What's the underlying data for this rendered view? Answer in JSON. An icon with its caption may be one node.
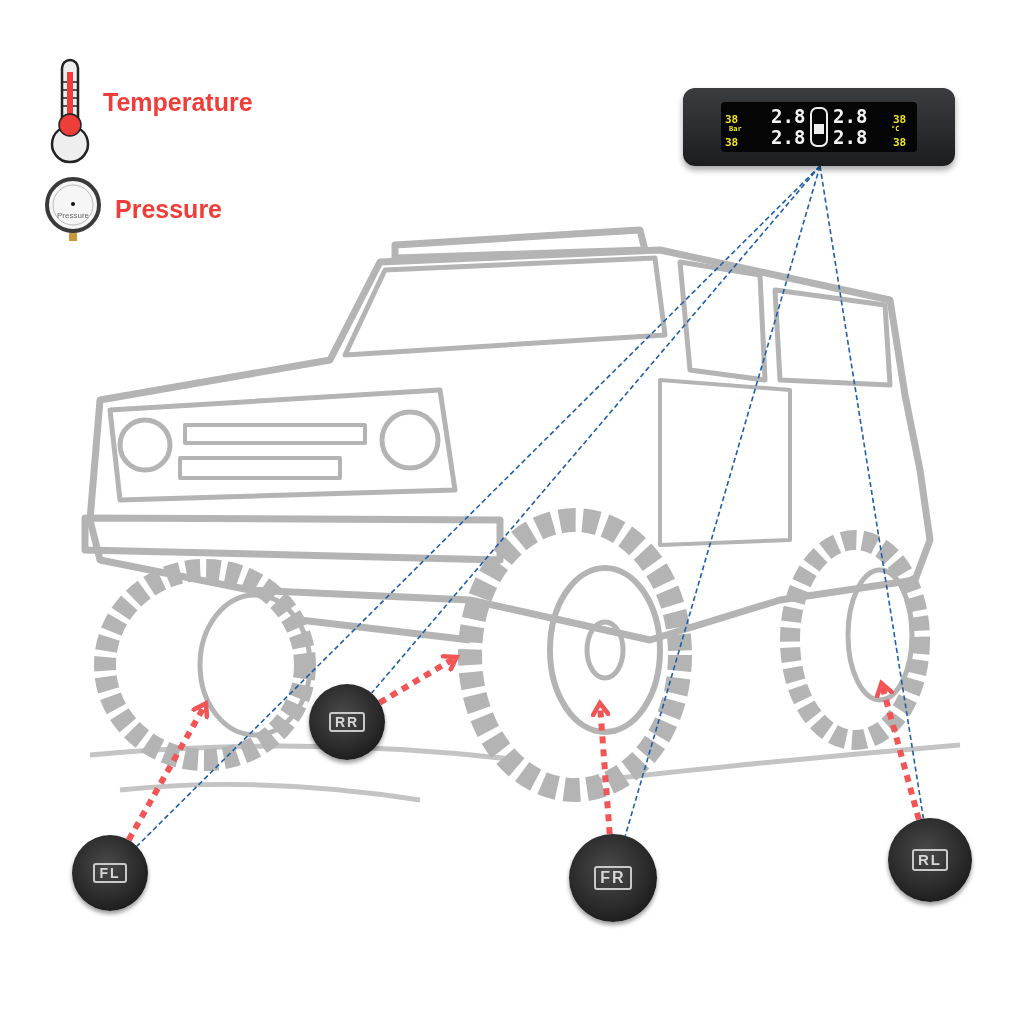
{
  "diagram": {
    "nodes": [
      {
        "text": [
          "38",
          "2.8",
          "2.8",
          "38",
          "Bar",
          "°C",
          "38",
          "2.8",
          "2.8",
          "38"
        ]
      },
      {
        "text": [
          "FL"
        ]
      },
      {
        "text": [
          "RR"
        ]
      },
      {
        "text": [
          "FR"
        ]
      },
      {
        "text": [
          "RL"
        ]
      }
    ],
    "edges": [
      {
        "from": 0,
        "to": 1,
        "arrow": "none",
        "style": "dashed",
        "color": "#1f5fa8"
      },
      {
        "from": 0,
        "to": 2,
        "arrow": "none",
        "style": "dashed",
        "color": "#1f5fa8"
      },
      {
        "from": 0,
        "to": 3,
        "arrow": "none",
        "style": "dashed",
        "color": "#1f5fa8"
      },
      {
        "from": 0,
        "to": 4,
        "arrow": "none",
        "style": "dashed",
        "color": "#1f5fa8"
      },
      {
        "from": 1,
        "to": null,
        "arrow": "to",
        "style": "dashed",
        "color": "#f25555"
      },
      {
        "from": 2,
        "to": null,
        "arrow": "to",
        "style": "dashed",
        "color": "#f25555"
      },
      {
        "from": 3,
        "to": null,
        "arrow": "to",
        "style": "dashed",
        "color": "#f25555"
      },
      {
        "from": 4,
        "to": null,
        "arrow": "to",
        "style": "dashed",
        "color": "#f25555"
      }
    ],
    "labels": [
      "Temperature",
      "Pressure",
      "Pressure"
    ]
  }
}
